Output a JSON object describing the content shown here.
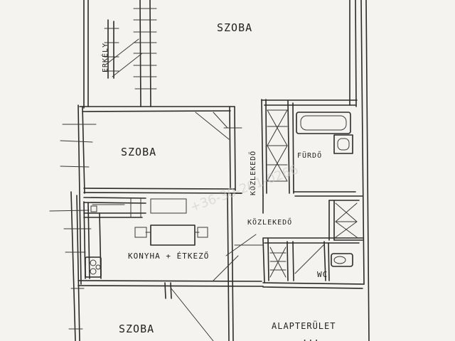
{
  "rooms": {
    "room_top": "SZOBA",
    "room_middle": "SZOBA",
    "room_bottom": "SZOBA",
    "kitchen_dining": "KONYHA + ÉTKEZŐ",
    "bathroom": "FÜRDŐ",
    "wc": "WC",
    "hall_corridor": "KÖZLEKEDŐ",
    "hall_lower": "KÖZLEKEDŐ",
    "terrace": "ERKÉLY"
  },
  "floor_area_label": "ALAPTERÜLET",
  "floor_area_value": "...",
  "watermark_text": "+36-30-261-0266",
  "colors": {
    "paper": "#f4f3f0",
    "ink": "#2b2b2b",
    "watermark": "#c9c9c9"
  }
}
